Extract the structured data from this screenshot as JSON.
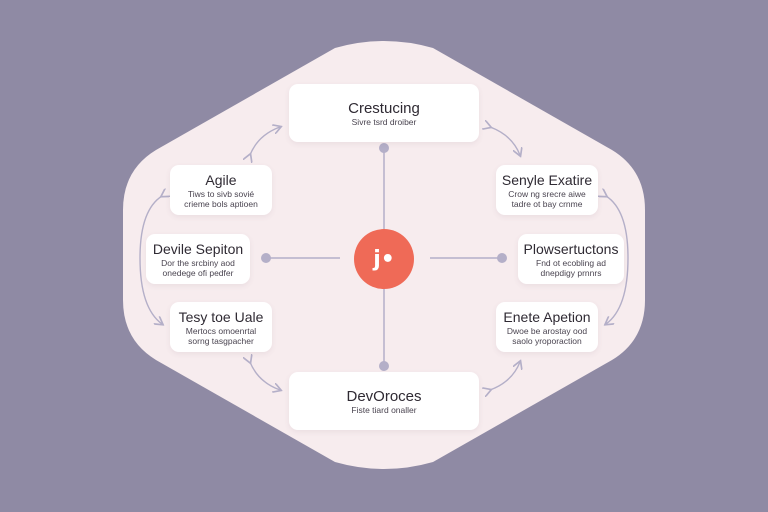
{
  "colors": {
    "background": "#8f8aa4",
    "panel": "#f7ecee",
    "card": "#ffffff",
    "connector": "#b4afc8",
    "hub": "#ef6a57",
    "hub_text": "#ffffff"
  },
  "hub": {
    "label": "j•",
    "icon": "brand-logo-icon"
  },
  "nodes": {
    "top": {
      "title": "Crestucing",
      "sub": [
        "Sivre tsrd droiber"
      ]
    },
    "upper_left": {
      "title": "Agile",
      "sub": [
        "Tiws to sivb sovié",
        "crieme bols aptioen"
      ]
    },
    "upper_right": {
      "title": "Senyle Exatire",
      "sub": [
        "Crow ng srecre aiwe",
        "tadre ot bay crnme"
      ]
    },
    "mid_left": {
      "title": "Devile Sepiton",
      "sub": [
        "Dor the srcbiny aod",
        "onedege ofi pedfer"
      ]
    },
    "mid_right": {
      "title": "Plowsertuctons",
      "sub": [
        "Fnd ot ecobling ad",
        "dnepdigy prnnrs"
      ]
    },
    "lower_left": {
      "title": "Tesy toe Uale",
      "sub": [
        "Mertocs omoenrtal",
        "sorng tasgpacher"
      ]
    },
    "lower_right": {
      "title": "Enete Apetion",
      "sub": [
        "Dwoe be arostay ood",
        "saolo yroporaction"
      ]
    },
    "bottom": {
      "title": "DevOroces",
      "sub": [
        "Fiste tiard onaller"
      ]
    }
  }
}
